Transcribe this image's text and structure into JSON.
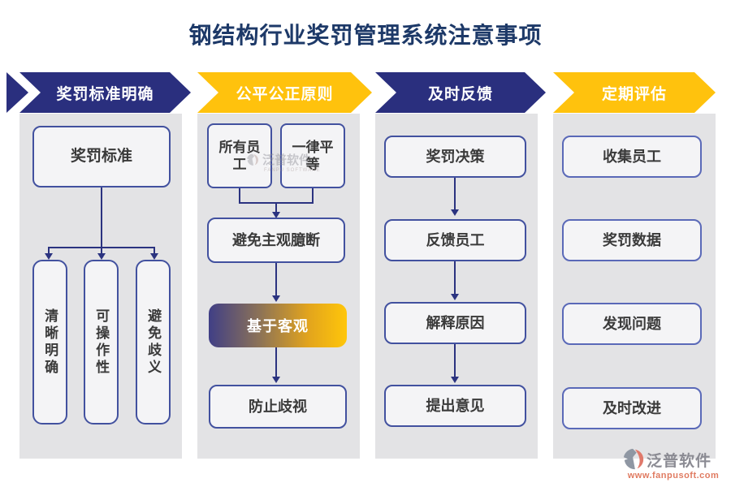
{
  "title": "钢结构行业奖罚管理系统注意事项",
  "columns": [
    {
      "header": "奖罚标准明确",
      "root": "奖罚标准",
      "children": [
        "清晰明确",
        "可操作性",
        "避免歧义"
      ]
    },
    {
      "header": "公平公正原则",
      "sources": [
        "所有员工",
        "一律平等"
      ],
      "steps": [
        "避免主观臆断",
        "基于客观",
        "防止歧视"
      ]
    },
    {
      "header": "及时反馈",
      "steps": [
        "奖罚决策",
        "反馈员工",
        "解释原因",
        "提出意见"
      ]
    },
    {
      "header": "定期评估",
      "steps": [
        "收集员工",
        "奖罚数据",
        "发现问题",
        "及时改进"
      ]
    }
  ],
  "watermark": {
    "brand": "泛普软件",
    "subtitle": "FANPU SOFTWARE"
  },
  "footer_logo": {
    "brand": "泛普软件",
    "website": "www.fanpusoft.com"
  },
  "colors": {
    "navy": "#2a2f7e",
    "gold": "#ffc20d",
    "line": "#2b3380",
    "panel": "#e3e3e5",
    "box_border": "#42519f",
    "gradient_left": "#403f86",
    "gradient_right": "#ffc60a",
    "logo_salmon": "#e07b61",
    "logo_grey": "#8f97a3",
    "title_navy": "#1d3968"
  }
}
